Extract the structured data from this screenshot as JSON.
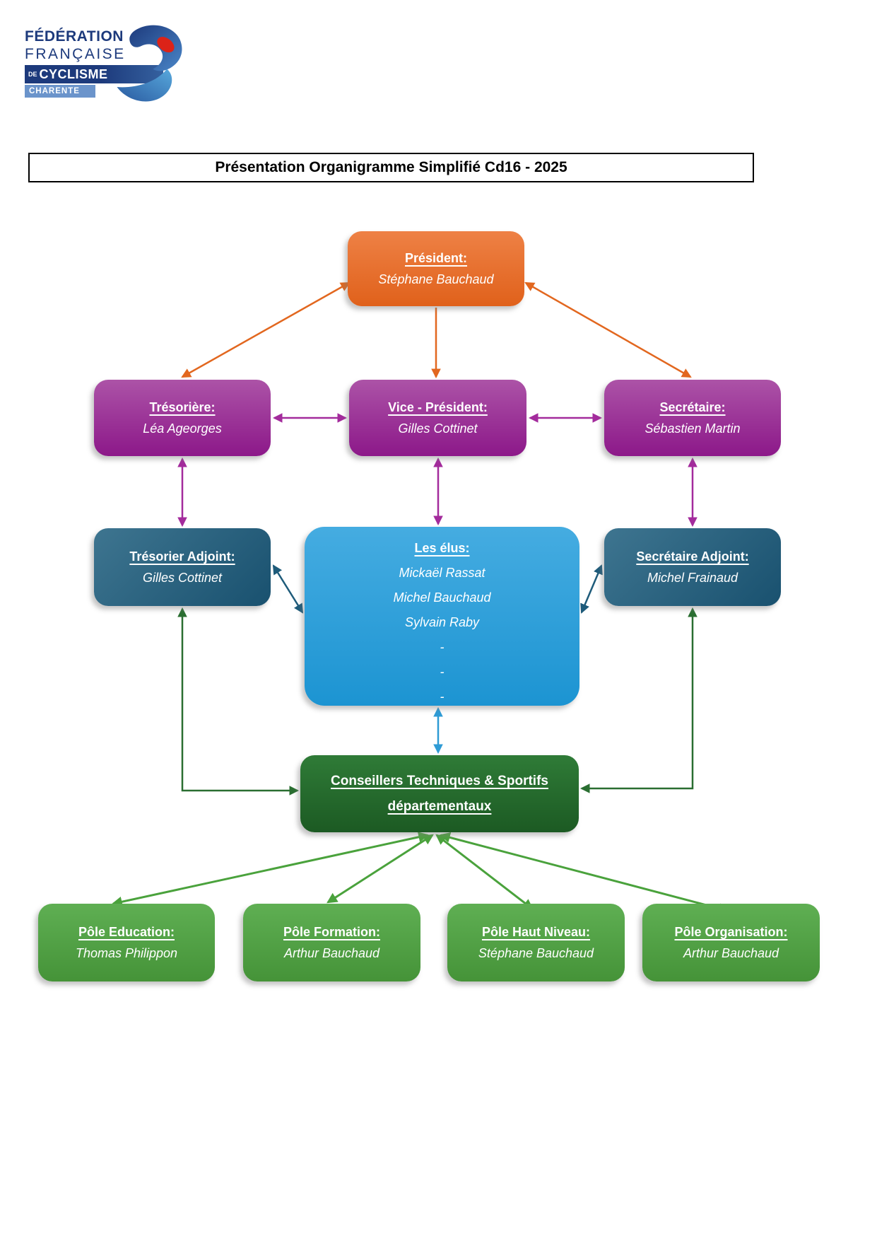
{
  "logo": {
    "line1": "FÉDÉRATION",
    "line2": "FRANÇAISE",
    "de": "DE",
    "cyclisme": "CYCLISME",
    "region": "CHARENTE"
  },
  "title": "Présentation Organigramme Simplifié Cd16 - 2025",
  "org": {
    "president": {
      "role": "Président:",
      "name": "Stéphane Bauchaud"
    },
    "tresoriere": {
      "role": "Trésorière:",
      "name": "Léa Ageorges"
    },
    "vice_president": {
      "role": "Vice - Président:",
      "name": "Gilles Cottinet"
    },
    "secretaire": {
      "role": "Secrétaire:",
      "name": "Sébastien Martin"
    },
    "tresorier_adjoint": {
      "role": "Trésorier Adjoint:",
      "name": "Gilles Cottinet"
    },
    "les_elus": {
      "role": "Les élus:",
      "members": [
        "Mickaël Rassat",
        "Michel Bauchaud",
        "Sylvain Raby",
        "-",
        "-",
        "-"
      ]
    },
    "secretaire_adjoint": {
      "role": "Secrétaire Adjoint:",
      "name": "Michel Frainaud"
    },
    "cts": {
      "line1": "Conseillers Techniques & Sportifs",
      "line2": "départementaux"
    },
    "pole_education": {
      "role": "Pôle Education:",
      "name": "Thomas Philippon"
    },
    "pole_formation": {
      "role": "Pôle Formation:",
      "name": "Arthur Bauchaud"
    },
    "pole_haut_niveau": {
      "role": "Pôle Haut Niveau:",
      "name": "Stéphane Bauchaud"
    },
    "pole_organisation": {
      "role": "Pôle Organisation:",
      "name": "Arthur Bauchaud"
    }
  },
  "colors": {
    "president_box": "#e56a24",
    "bureau_box": "#9a2f96",
    "adjoint_box": "#2b6484",
    "elus_box": "#2b9ed8",
    "cts_box": "#256b2c",
    "pole_box": "#4f9f44",
    "arrow_orange": "#e2671f",
    "arrow_magenta": "#a32b9c",
    "arrow_teal": "#1e5b7a",
    "arrow_blue": "#2e9bd5",
    "arrow_dark_green": "#2a6e31",
    "arrow_light_green": "#4aa23c",
    "logo_blue": "#1d3a7c",
    "logo_light_blue": "#6b94cb",
    "logo_red": "#dc2318"
  }
}
